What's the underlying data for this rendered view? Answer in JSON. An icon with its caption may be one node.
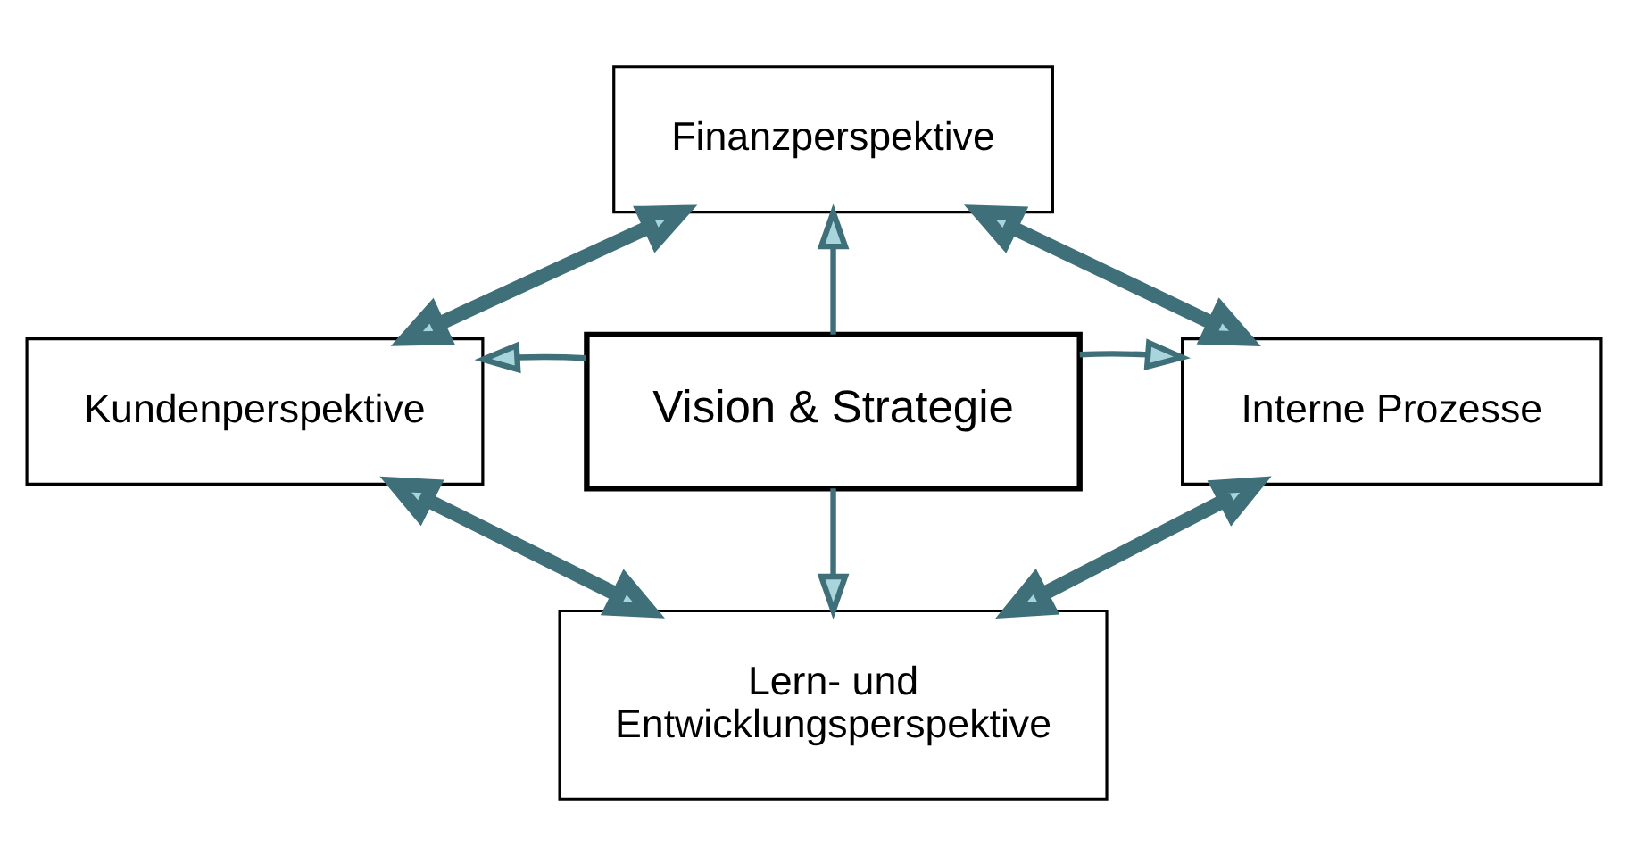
{
  "diagram": {
    "nodes": [
      {
        "text": [
          "Finanzperspektive"
        ]
      },
      {
        "text": [
          "Kundenperspektive"
        ]
      },
      {
        "text": [
          "Vision & Strategie"
        ]
      },
      {
        "text": [
          "Interne Prozesse"
        ]
      },
      {
        "text": [
          "Lern- und Entwicklungsperspektive"
        ]
      }
    ],
    "edges": [
      {
        "from": 2,
        "to": 0,
        "arrow": "to"
      },
      {
        "from": 2,
        "to": 1,
        "arrow": "to"
      },
      {
        "from": 2,
        "to": 3,
        "arrow": "to"
      },
      {
        "from": 2,
        "to": 4,
        "arrow": "to"
      },
      {
        "from": 1,
        "to": 0,
        "arrow": "both",
        "style": "thick"
      },
      {
        "from": 0,
        "to": 3,
        "arrow": "both",
        "style": "thick"
      },
      {
        "from": 1,
        "to": 4,
        "arrow": "both",
        "style": "thick"
      },
      {
        "from": 4,
        "to": 3,
        "arrow": "both",
        "style": "thick"
      }
    ]
  }
}
